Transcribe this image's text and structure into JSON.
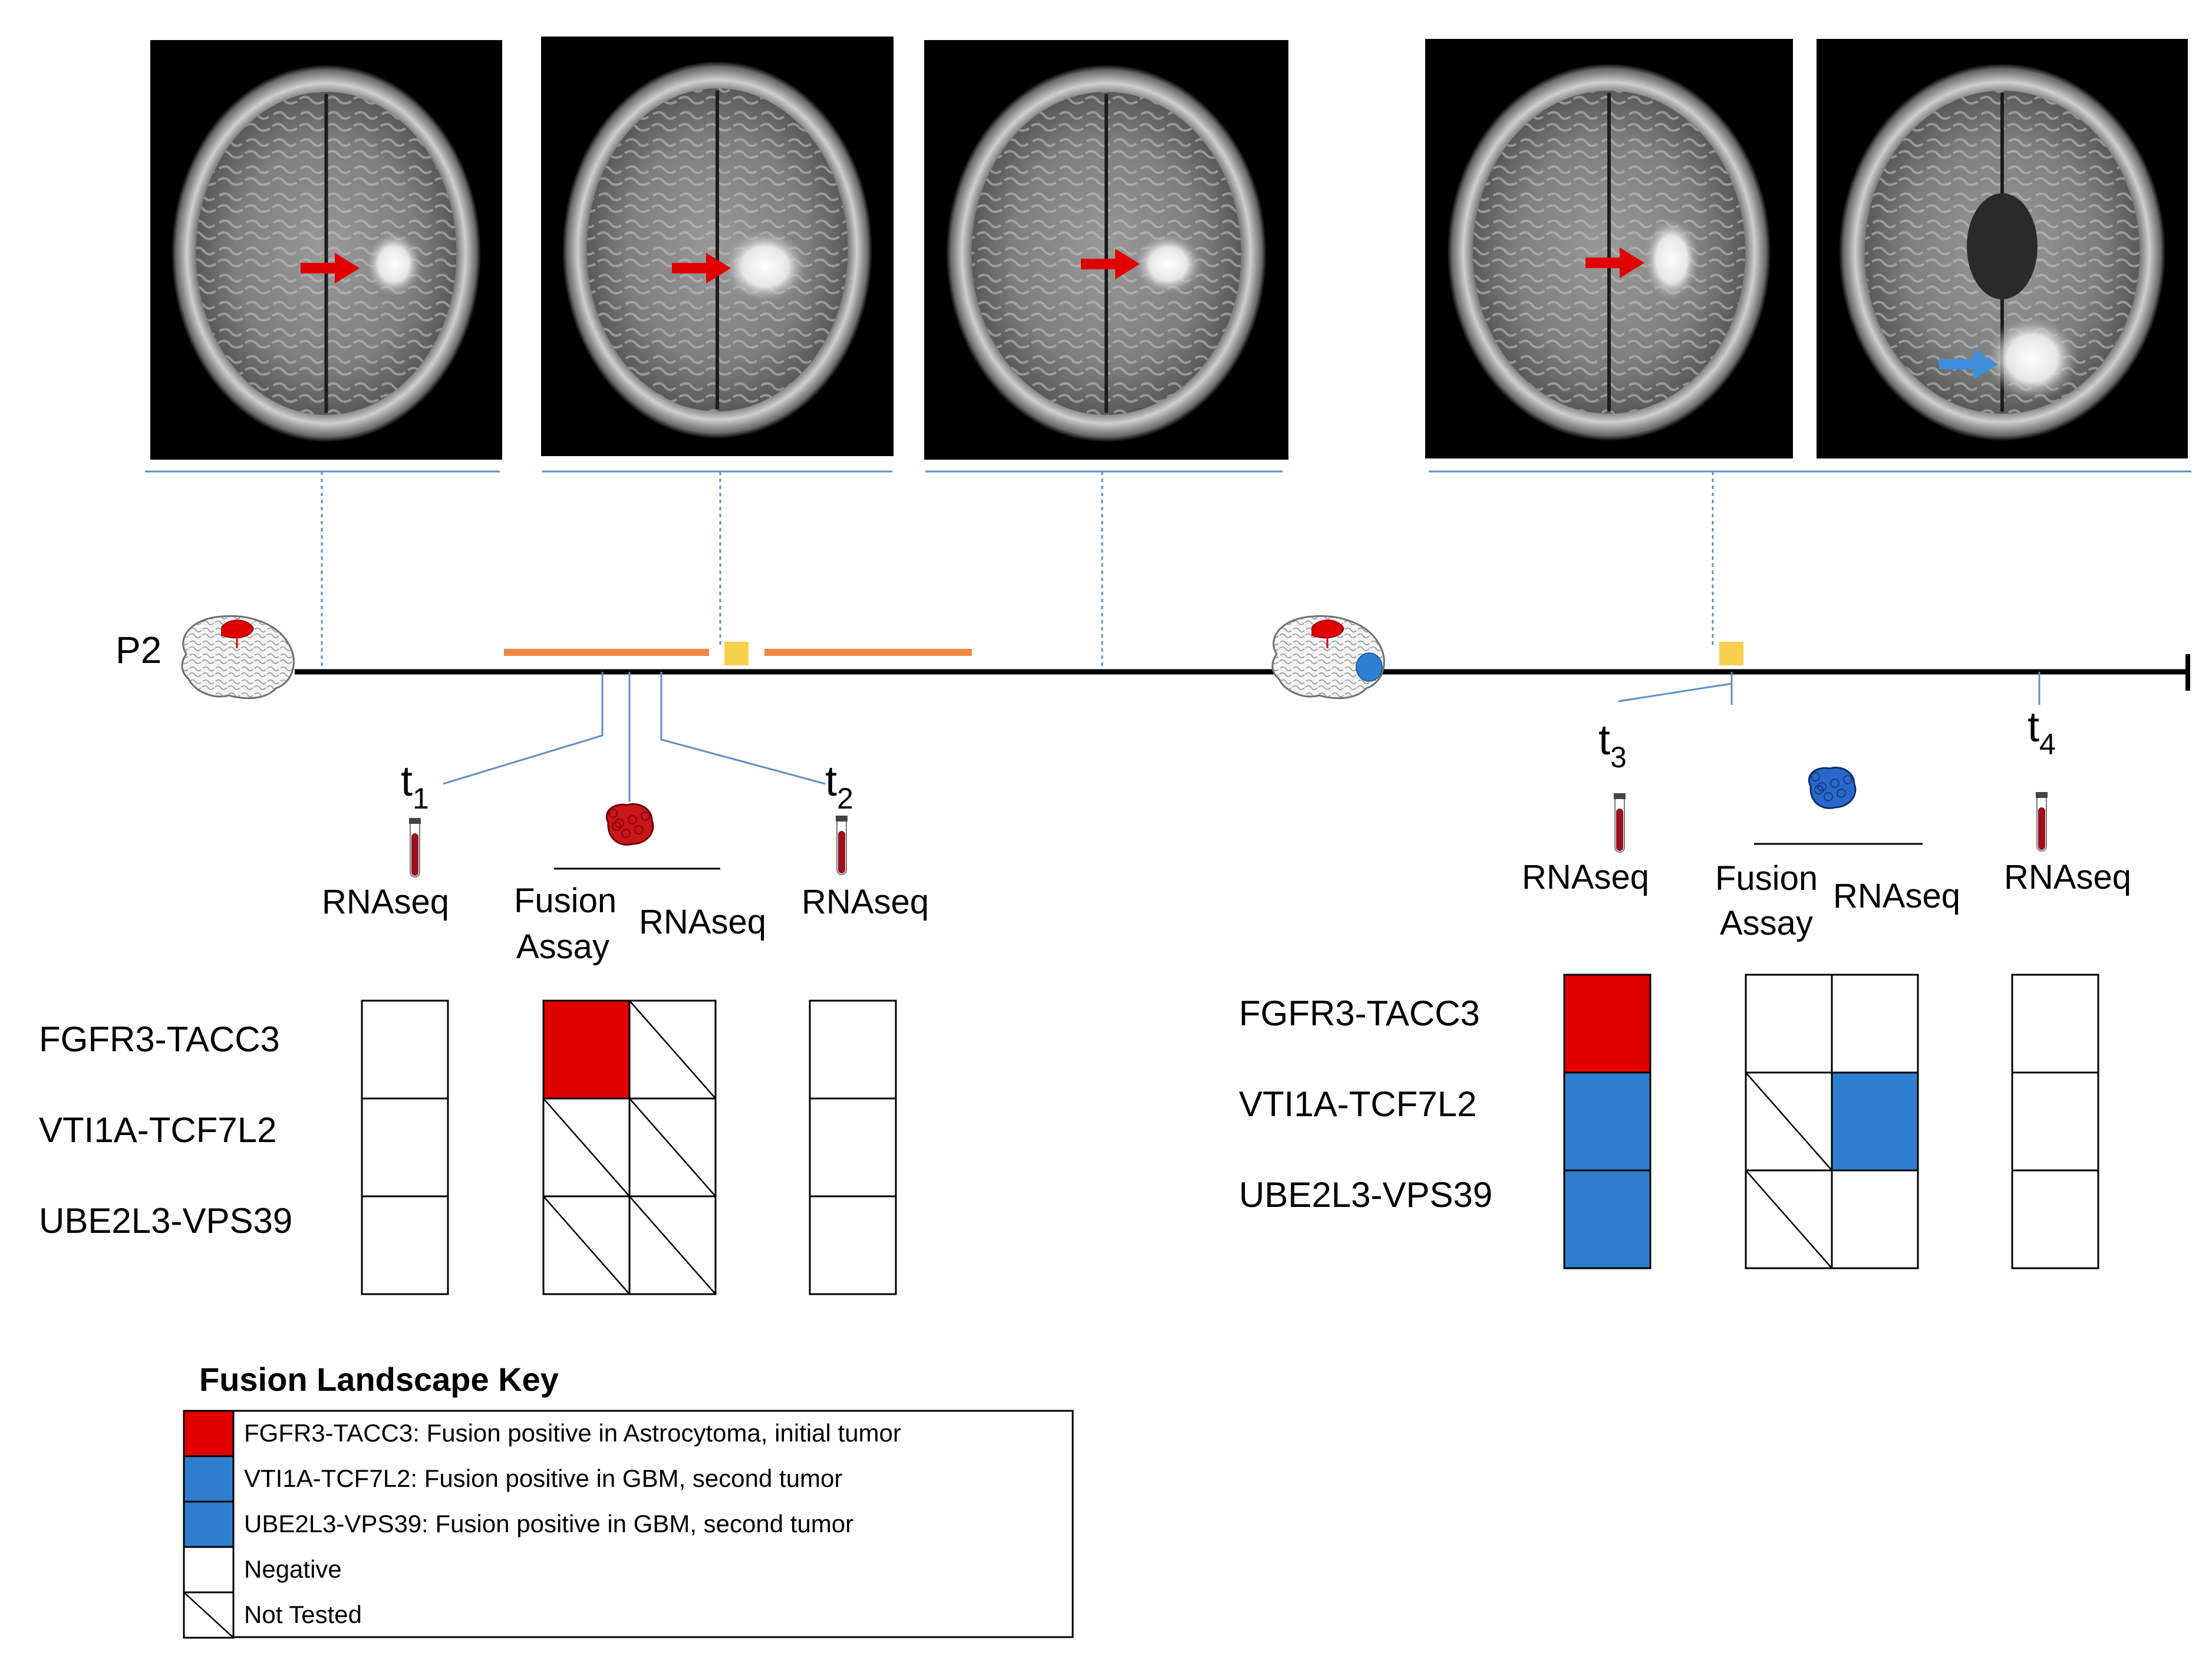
{
  "patient_label": "P2",
  "time_labels": [
    {
      "base": "t",
      "sub": "1"
    },
    {
      "base": "t",
      "sub": "2"
    },
    {
      "base": "t",
      "sub": "3"
    },
    {
      "base": "t",
      "sub": "4"
    }
  ],
  "assay_labels": {
    "rnaseq": "RNAseq",
    "fusion_line1": "Fusion",
    "fusion_line2": "Assay"
  },
  "fusion_rows": [
    "FGFR3-TACC3",
    "VTI1A-TCF7L2",
    "UBE2L3-VPS39"
  ],
  "results": {
    "t1_rnaseq": [
      "negative",
      "negative",
      "negative"
    ],
    "tumor1_fusion_assay": [
      "positive_astro",
      "not_tested",
      "not_tested"
    ],
    "tumor1_rnaseq": [
      "not_tested",
      "not_tested",
      "not_tested"
    ],
    "t2_rnaseq": [
      "negative",
      "negative",
      "negative"
    ],
    "t3_rnaseq": [
      "positive_astro",
      "positive_gbm",
      "positive_gbm"
    ],
    "tumor2_fusion_assay": [
      "negative",
      "not_tested",
      "not_tested"
    ],
    "tumor2_rnaseq": [
      "negative",
      "positive_gbm",
      "negative"
    ],
    "t4_rnaseq": [
      "negative",
      "negative",
      "negative"
    ]
  },
  "key": {
    "title": "Fusion Landscape Key",
    "entries": [
      {
        "status": "positive_astro",
        "text": "FGFR3-TACC3: Fusion positive in Astrocytoma, initial tumor"
      },
      {
        "status": "positive_gbm",
        "text": "VTI1A-TCF7L2: Fusion positive in GBM, second tumor"
      },
      {
        "status": "positive_gbm",
        "text": "UBE2L3-VPS39: Fusion positive in GBM, second tumor"
      },
      {
        "status": "negative",
        "text": "Negative"
      },
      {
        "status": "not_tested",
        "text": "Not Tested"
      }
    ]
  },
  "colors": {
    "positive_astro": "#e00000",
    "positive_gbm": "#2f7fd0",
    "negative": "#ffffff",
    "treatment_bar": "#f0883f",
    "treatment_marker": "#f9d04e",
    "connector": "#5b8fc7",
    "timeline": "#000000",
    "arrow_red": "#e00000",
    "arrow_blue": "#3f8fdc",
    "blood_tube": "#9b1020"
  },
  "icons": [
    "brain-icon",
    "tumor-mass-icon",
    "blood-tube-icon",
    "red-arrow-icon",
    "blue-arrow-icon"
  ]
}
